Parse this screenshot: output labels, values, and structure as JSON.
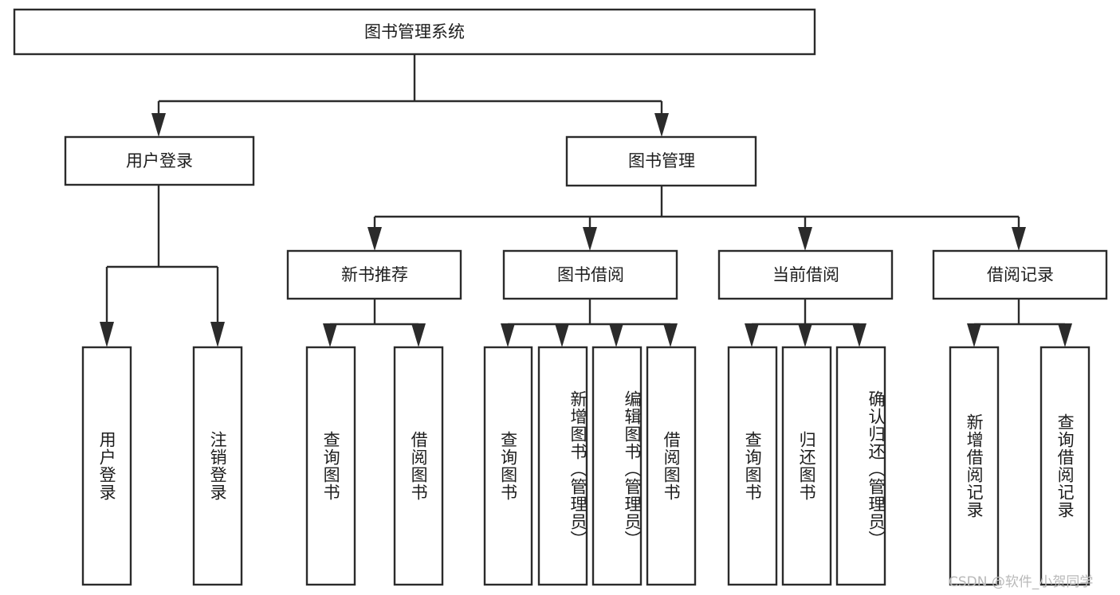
{
  "diagram": {
    "title": "图书管理系统",
    "type": "function-structure-tree",
    "orientation": "top-down",
    "root": {
      "id": "root",
      "label": "图书管理系统"
    },
    "level1": [
      {
        "id": "user-login",
        "label": "用户登录"
      },
      {
        "id": "book-manage",
        "label": "图书管理"
      }
    ],
    "level2": [
      {
        "id": "new-book-rec",
        "label": "新书推荐",
        "parent": "book-manage"
      },
      {
        "id": "book-borrow",
        "label": "图书借阅",
        "parent": "book-manage"
      },
      {
        "id": "current-borrow",
        "label": "当前借阅",
        "parent": "book-manage"
      },
      {
        "id": "borrow-record",
        "label": "借阅记录",
        "parent": "book-manage"
      }
    ],
    "leaves": {
      "user-login": [
        {
          "id": "leaf-user-login",
          "label": "用户登录"
        },
        {
          "id": "leaf-logout",
          "label": "注销登录"
        }
      ],
      "new-book-rec": [
        {
          "id": "leaf-query-book-1",
          "label": "查询图书"
        },
        {
          "id": "leaf-borrow-book-1",
          "label": "借阅图书"
        }
      ],
      "book-borrow": [
        {
          "id": "leaf-query-book-2",
          "label": "查询图书"
        },
        {
          "id": "leaf-add-book",
          "label": "新增图书（管理员）"
        },
        {
          "id": "leaf-edit-book",
          "label": "编辑图书（管理员）"
        },
        {
          "id": "leaf-borrow-book-2",
          "label": "借阅图书"
        }
      ],
      "current-borrow": [
        {
          "id": "leaf-query-book-3",
          "label": "查询图书"
        },
        {
          "id": "leaf-return-book",
          "label": "归还图书"
        },
        {
          "id": "leaf-confirm-return",
          "label": "确认归还（管理员）"
        }
      ],
      "borrow-record": [
        {
          "id": "leaf-add-record",
          "label": "新增借阅记录"
        },
        {
          "id": "leaf-query-record",
          "label": "查询借阅记录"
        }
      ]
    }
  },
  "watermark": {
    "text": "CSDN @软件_小贺同学"
  },
  "colors": {
    "stroke": "#2b2b2b",
    "fill": "#ffffff",
    "text": "#1d1d1d",
    "watermark": "#b9b9b9"
  }
}
